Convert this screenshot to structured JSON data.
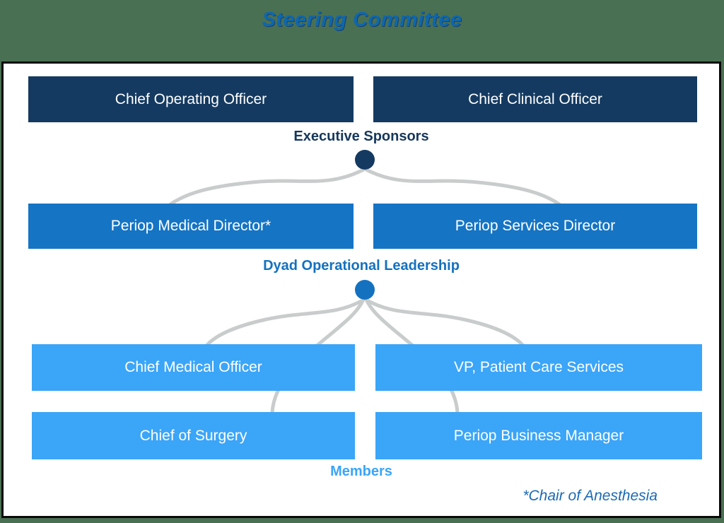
{
  "slide": {
    "title": "Steering Committee"
  },
  "diagram": {
    "level1": {
      "label": "Executive Sponsors",
      "boxes": [
        {
          "text": "Chief Operating Officer"
        },
        {
          "text": "Chief Clinical Officer"
        }
      ]
    },
    "level2": {
      "label": "Dyad Operational Leadership",
      "boxes": [
        {
          "text": "Periop Medical Director*"
        },
        {
          "text": "Periop Services Director"
        }
      ]
    },
    "level3": {
      "label": "Members",
      "rows": [
        [
          {
            "text": "Chief Medical Officer"
          },
          {
            "text": "VP, Patient Care Services"
          }
        ],
        [
          {
            "text": "Chief of Surgery"
          },
          {
            "text": "Periop Business Manager"
          }
        ]
      ]
    },
    "footnote": "*Chair of Anesthesia"
  },
  "colors": {
    "background_green": "#4A7053",
    "panel_border": "#0A0A0A",
    "navy_box": "#143A61",
    "medium_blue_box": "#1574C4",
    "light_blue_box": "#3BA5F8",
    "connector_gray": "#C9CCCC",
    "title_blue": "#0E67AE",
    "label_navy": "#16375C",
    "label_medium_blue": "#1471BF",
    "label_light_blue": "#3BA5F8",
    "footnote_blue": "#1A6AB3"
  }
}
